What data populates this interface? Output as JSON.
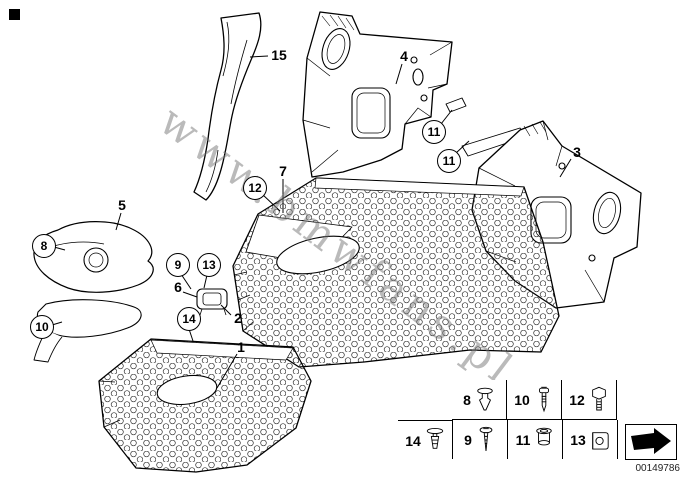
{
  "page": {
    "watermark": "www.bmwfans.pl",
    "image_number": "00149786",
    "colors": {
      "line": "#000000",
      "background": "#ffffff",
      "watermark": "#777777"
    }
  },
  "callouts": {
    "plain": [
      {
        "label": "15"
      },
      {
        "label": "4"
      },
      {
        "label": "3"
      },
      {
        "label": "7"
      },
      {
        "label": "5"
      },
      {
        "label": "6"
      },
      {
        "label": "2"
      },
      {
        "label": "1"
      }
    ],
    "circled": [
      {
        "label": "12"
      },
      {
        "label": "11"
      },
      {
        "label": "11"
      },
      {
        "label": "8"
      },
      {
        "label": "9"
      },
      {
        "label": "13"
      },
      {
        "label": "10"
      },
      {
        "label": "14"
      }
    ]
  },
  "legend": {
    "row1": [
      {
        "label": "8",
        "icon": "push-pin-clip-icon"
      },
      {
        "label": "10",
        "icon": "pan-head-screw-icon"
      },
      {
        "label": "12",
        "icon": "hex-bolt-icon"
      }
    ],
    "row2": [
      {
        "label": "14",
        "icon": "expansion-rivet-icon"
      },
      {
        "label": "9",
        "icon": "tapping-screw-icon"
      },
      {
        "label": "11",
        "icon": "grommet-icon"
      },
      {
        "label": "13",
        "icon": "clip-nut-icon"
      }
    ],
    "arrow_icon": "direction-arrow-icon"
  }
}
